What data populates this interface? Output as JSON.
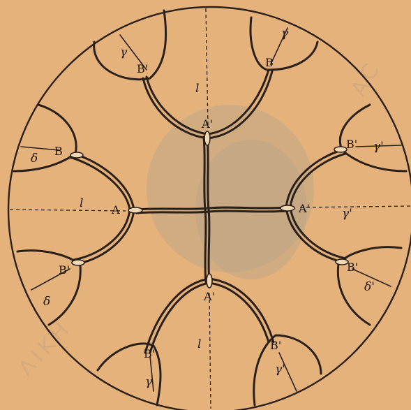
{
  "labels": {
    "A": "A",
    "A_prime": "A'",
    "B": "B",
    "B_prime": "B'",
    "l": "l",
    "gamma": "γ",
    "gamma_prime": "γ'",
    "delta": "δ",
    "delta_prime": "δ'"
  },
  "watermark": {
    "lower": "ΛΙΚΗ",
    "upper": "AC"
  },
  "colors": {
    "paper": "#e6b27c",
    "ink": "#2a2018",
    "watermark": "#b9a487"
  }
}
